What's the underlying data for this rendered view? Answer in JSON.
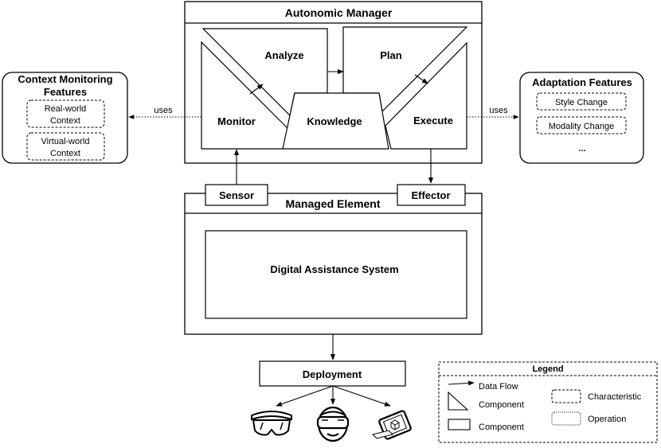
{
  "autonomic_manager": {
    "title": "Autonomic Manager",
    "monitor": "Monitor",
    "analyze": "Analyze",
    "plan": "Plan",
    "execute": "Execute",
    "knowledge": "Knowledge"
  },
  "context_features": {
    "title_line1": "Context Monitoring",
    "title_line2": "Features",
    "items": [
      {
        "line1": "Real-world",
        "line2": "Context"
      },
      {
        "line1": "Virtual-world",
        "line2": "Context"
      }
    ],
    "uses_label": "uses"
  },
  "adaptation_features": {
    "title": "Adaptation Features",
    "items": [
      "Style Change",
      "Modality Change"
    ],
    "more": "...",
    "uses_label": "uses"
  },
  "managed_element": {
    "title": "Managed Element",
    "sensor": "Sensor",
    "effector": "Effector",
    "system": "Digital Assistance System"
  },
  "deployment": {
    "label": "Deployment",
    "devices": [
      "mixed-reality-headset-icon",
      "vr-headset-icon",
      "tablet-ar-icon"
    ]
  },
  "legend": {
    "title": "Legend",
    "data_flow": "Data Flow",
    "component_triangle": "Component",
    "component_rect": "Component",
    "characteristic": "Characteristic",
    "operation": "Operation"
  }
}
